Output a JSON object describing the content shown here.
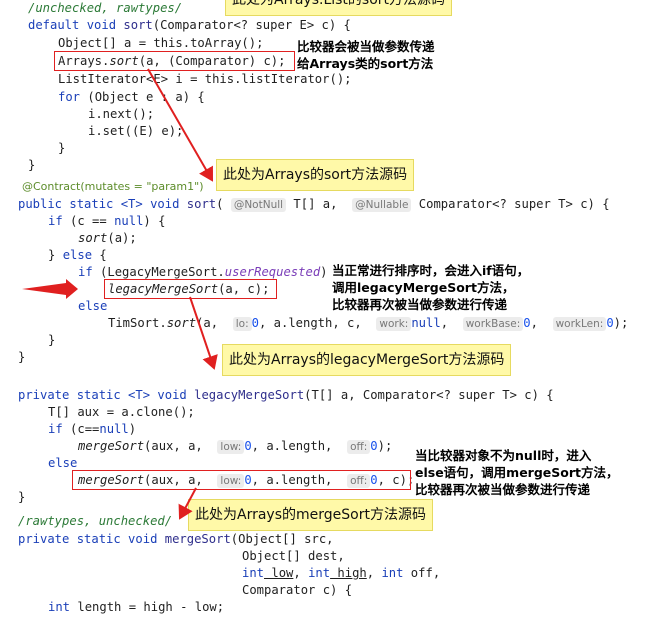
{
  "notes": {
    "top_partial": "此处为Arrays.List的sort方法源码",
    "sort_source": "此处为Arrays的sort方法源码",
    "legacy_source": "此处为Arrays的legacyMergeSort方法源码",
    "merge_source": "此处为Arrays的mergeSort方法源码"
  },
  "explain": {
    "comparator_1": "比较器会被当做参数传递",
    "comparator_2": "给Arrays类的sort方法",
    "legacy_1": "当正常进行排序时，会进入if语句，",
    "legacy_2": "调用legacyMergeSort方法，",
    "legacy_3": "比较器再次被当做参数进行传递",
    "merge_1": "当比较器对象不为null时，进入",
    "merge_2": "else语句，调用mergeSort方法，",
    "merge_3": "比较器再次被当做参数进行传递"
  },
  "code": {
    "l1_suppress": "/unchecked, rawtypes/",
    "l2_a": "default void ",
    "l2_b": "sort",
    "l2_c": "(Comparator<? super E> c) {",
    "l3": "Object[] a = this.toArray();",
    "l4_a": "Arrays.",
    "l4_b": "sort",
    "l4_c": "(a, (Comparator) c);",
    "l5": "ListIterator<E> i = this.listIterator();",
    "l6_a": "for",
    "l6_b": " (Object e : a) {",
    "l7": "i.next();",
    "l8": "i.set((E) e);",
    "l9": "}",
    "l10": "}",
    "l11_contract": "@Contract(mutates = \"param1\")",
    "l12_a": "public static <T> void ",
    "l12_b": "sort",
    "l12_c": "( ",
    "l12_nn": "@NotNull",
    "l12_d": " T[] a,  ",
    "l12_nl": "@Nullable",
    "l12_e": " Comparator<? super T> c) {",
    "l13_a": "if",
    "l13_b": " (c == ",
    "l13_c": "null",
    "l13_d": ") {",
    "l14_a": "sort",
    "l14_b": "(a);",
    "l15_a": "} ",
    "l15_b": "else",
    "l15_c": " {",
    "l16_a": "if",
    "l16_b": " (LegacyMergeSort.",
    "l16_c": "userRequested",
    "l16_d": ")",
    "l17_a": "legacyMergeSort",
    "l17_b": "(a, c);",
    "l18": "else",
    "l19_a": "TimSort.",
    "l19_b": "sort",
    "l19_c": "(a,  ",
    "l19_h1": "lo:",
    "l19_v1": "0",
    "l19_d": ", a.length, c,  ",
    "l19_h2": "work:",
    "l19_v2": "null",
    "l19_e": ",  ",
    "l19_h3": "workBase:",
    "l19_v3": "0",
    "l19_f": ",  ",
    "l19_h4": "workLen:",
    "l19_v4": "0",
    "l19_g": ");",
    "l20": "}",
    "l21": "}",
    "l22_a": "private static <T> void ",
    "l22_b": "legacyMergeSort",
    "l22_c": "(T[] a, Comparator<? super T> c) {",
    "l23": "T[] aux = a.clone();",
    "l24_a": "if",
    "l24_b": " (c==",
    "l24_c": "null",
    "l24_d": ")",
    "l25_a": "mergeSort",
    "l25_b": "(aux, a,  ",
    "l25_h1": "low:",
    "l25_v1": "0",
    "l25_c": ", a.length,  ",
    "l25_h2": "off:",
    "l25_v2": "0",
    "l25_d": ");",
    "l26": "else",
    "l27_a": "mergeSort",
    "l27_b": "(aux, a,  ",
    "l27_h1": "low:",
    "l27_v1": "0",
    "l27_c": ", a.length,  ",
    "l27_h2": "off:",
    "l27_v2": "0",
    "l27_d": ", c);",
    "l28": "}",
    "l29_suppress": "/rawtypes, unchecked/",
    "l30_a": "private static void ",
    "l30_b": "mergeSort",
    "l30_c": "(Object[] src,",
    "l31": "Object[] dest,",
    "l32_a": "int",
    "l32_b": " low",
    "l32_c": ", ",
    "l32_d": "int",
    "l32_e": " high",
    "l32_f": ", ",
    "l32_g": "int",
    "l32_h": " off,",
    "l33": "Comparator c) {",
    "l34_a": "int",
    "l34_b": " length = high - low;"
  }
}
